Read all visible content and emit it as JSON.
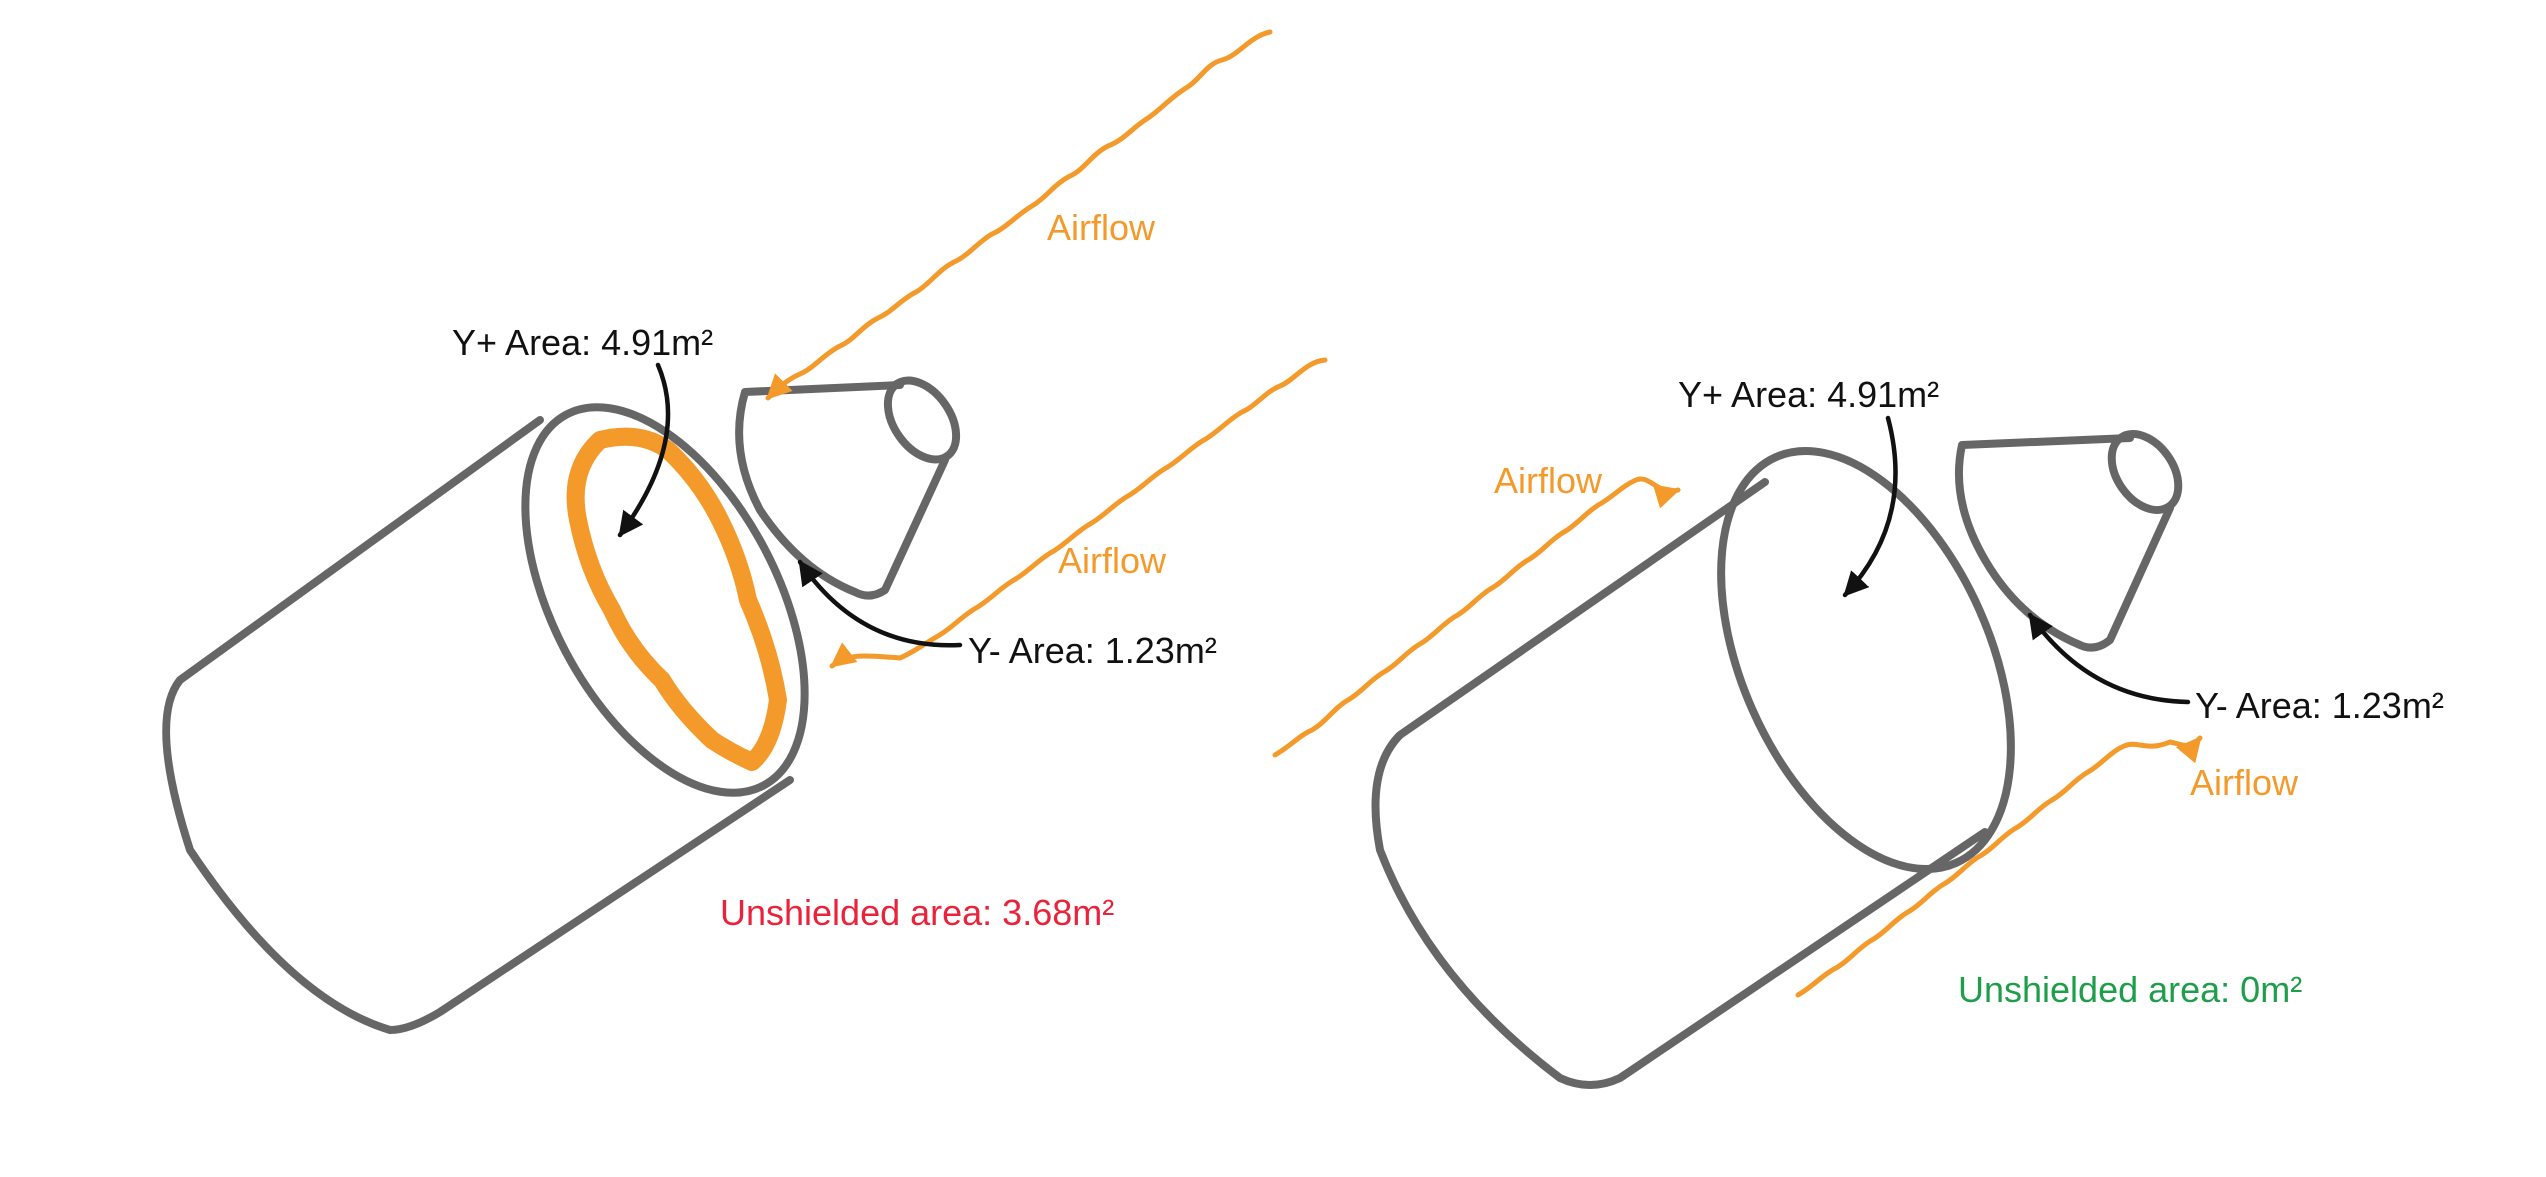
{
  "colors": {
    "airflow": "#F39A2B",
    "outline": "#666666",
    "pointer": "#111111",
    "unshielded_bad": "#E8233B",
    "unshielded_good": "#1E9E4A",
    "highlight": "#F39A2B"
  },
  "left_panel": {
    "y_plus_label": "Y+ Area: 4.91m²",
    "y_minus_label": "Y- Area: 1.23m²",
    "airflow_upper_label": "Airflow",
    "airflow_lower_label": "Airflow",
    "unshielded_label": "Unshielded area: 3.68m²"
  },
  "right_panel": {
    "y_plus_label": "Y+ Area: 4.91m²",
    "y_minus_label": "Y- Area: 1.23m²",
    "airflow_upper_label": "Airflow",
    "airflow_lower_label": "Airflow",
    "unshielded_label": "Unshielded area: 0m²"
  }
}
